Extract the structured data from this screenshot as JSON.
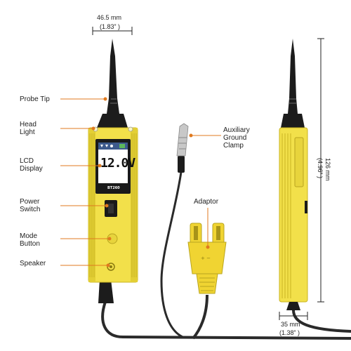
{
  "labels": {
    "probe_tip": "Probe Tip",
    "head_light_1": "Head",
    "head_light_2": "Light",
    "lcd_1": "LCD",
    "lcd_2": "Display",
    "power_1": "Power",
    "power_2": "Switch",
    "mode_1": "Mode",
    "mode_2": "Button",
    "speaker": "Speaker",
    "aux_1": "Auxiliary",
    "aux_2": "Ground",
    "aux_3": "Clamp",
    "adaptor": "Adaptor"
  },
  "dimensions": {
    "top_width_mm": "46.5 mm",
    "top_width_in": "(1.83” )",
    "height_mm": "126 mm",
    "height_in": "(4.96” )",
    "side_width_mm": "35 mm",
    "side_width_in": "(1.38” )"
  },
  "device": {
    "screen_value": "12.0V",
    "model": "BT260"
  },
  "colors": {
    "body_yellow": "#f2e04a",
    "body_shadow": "#c9b522",
    "probe_black": "#1c1c1c",
    "leader_orange": "#e07a1f"
  }
}
